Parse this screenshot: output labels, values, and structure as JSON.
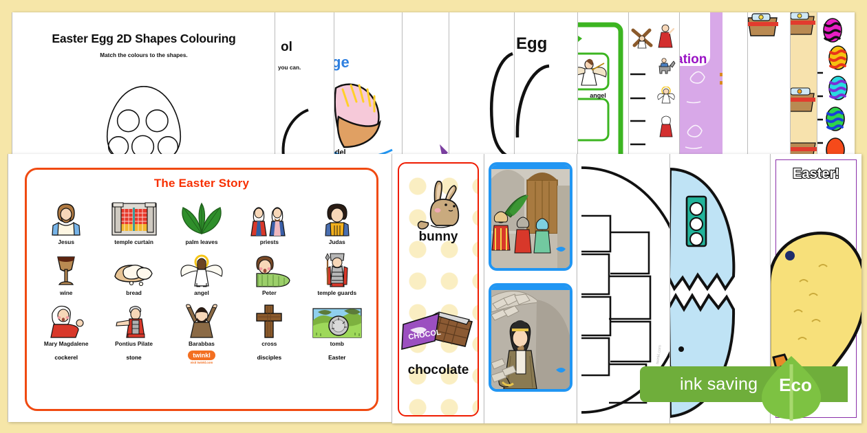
{
  "page": {
    "background_color": "#f6e6a8",
    "title": "Easter resource pack preview"
  },
  "top_row": {
    "sheets": [
      {
        "name": "easter-egg-2d-shapes-colouring",
        "title": "Easter Egg 2D Shapes Colouring",
        "subtitle": "Match the colours to the shapes."
      },
      {
        "name": "partial-sheet-ol",
        "title_fragment": "ol",
        "subtitle_fragment": "you can."
      },
      {
        "name": "partial-sheet-blue",
        "title_fragment": "ge",
        "caption_fragment": "odel"
      },
      {
        "name": "blank-sheet-a",
        "title_fragment": ""
      },
      {
        "name": "blank-sheet-b",
        "title_fragment": ""
      },
      {
        "name": "partial-sheet-egg",
        "title_fragment": "Egg"
      },
      {
        "name": "green-word-mat-sheet",
        "label": "angel"
      },
      {
        "name": "picture-ladder-sheet",
        "label": ""
      },
      {
        "name": "purple-sheet-ation",
        "title_fragment": "ation"
      },
      {
        "name": "basket-sheet-white",
        "title_fragment": ""
      },
      {
        "name": "basket-strip-sheet",
        "title_fragment": ""
      },
      {
        "name": "egg-ladder-sheet",
        "title_fragment": ""
      }
    ]
  },
  "bottom_row": {
    "word_mat": {
      "name": "the-easter-story-word-mat",
      "title": "The Easter Story",
      "border_color": "#f04a11",
      "title_color": "#f72f00",
      "rows": [
        [
          {
            "label": "Jesus",
            "icon": "jesus-icon"
          },
          {
            "label": "temple curtain",
            "icon": "temple-curtain-icon"
          },
          {
            "label": "palm leaves",
            "icon": "palm-leaves-icon"
          },
          {
            "label": "priests",
            "icon": "priests-icon"
          },
          {
            "label": "Judas",
            "icon": "judas-icon"
          }
        ],
        [
          {
            "label": "wine",
            "icon": "wine-goblet-icon"
          },
          {
            "label": "bread",
            "icon": "bread-icon"
          },
          {
            "label": "angel",
            "icon": "angel-icon"
          },
          {
            "label": "Peter",
            "icon": "peter-icon"
          },
          {
            "label": "temple guards",
            "icon": "temple-guard-icon"
          }
        ],
        [
          {
            "label": "Mary Magdalene",
            "icon": "mary-magdalene-icon"
          },
          {
            "label": "Pontius Pilate",
            "icon": "pontius-pilate-icon"
          },
          {
            "label": "Barabbas",
            "icon": "barabbas-icon"
          },
          {
            "label": "cross",
            "icon": "cross-icon"
          },
          {
            "label": "tomb",
            "icon": "tomb-icon"
          }
        ]
      ],
      "extra_words": [
        "cockerel",
        "stone",
        "",
        "disciples",
        "Easter"
      ],
      "logo": {
        "name": "twinkl-logo",
        "text": "twinkl",
        "sub": "visit twinkl.com",
        "color": "#f36f21"
      }
    },
    "bunny_card": {
      "name": "bunny-chocolate-flashcard",
      "border_color": "#ef1b00",
      "words": [
        "bunny",
        "chocolate"
      ]
    },
    "photo_cards": {
      "name": "easter-story-photo-cards",
      "border_color": "#2196f3",
      "count": 2
    },
    "egg_jigsaw": {
      "name": "egg-jigsaw-outline-sheet"
    },
    "cracked_egg": {
      "name": "cracked-egg-colouring-sheet",
      "shell_color": "#bfe3f5"
    },
    "chick_card": {
      "name": "happy-easter-chick-card",
      "title_fragment": "Easter!",
      "border_color": "#8a2ea8"
    }
  },
  "eco_badge": {
    "name": "ink-saving-eco-badge",
    "label": "ink saving",
    "leaf_label": "Eco",
    "bar_color": "#6fae3b",
    "leaf_color": "#7dc242"
  }
}
